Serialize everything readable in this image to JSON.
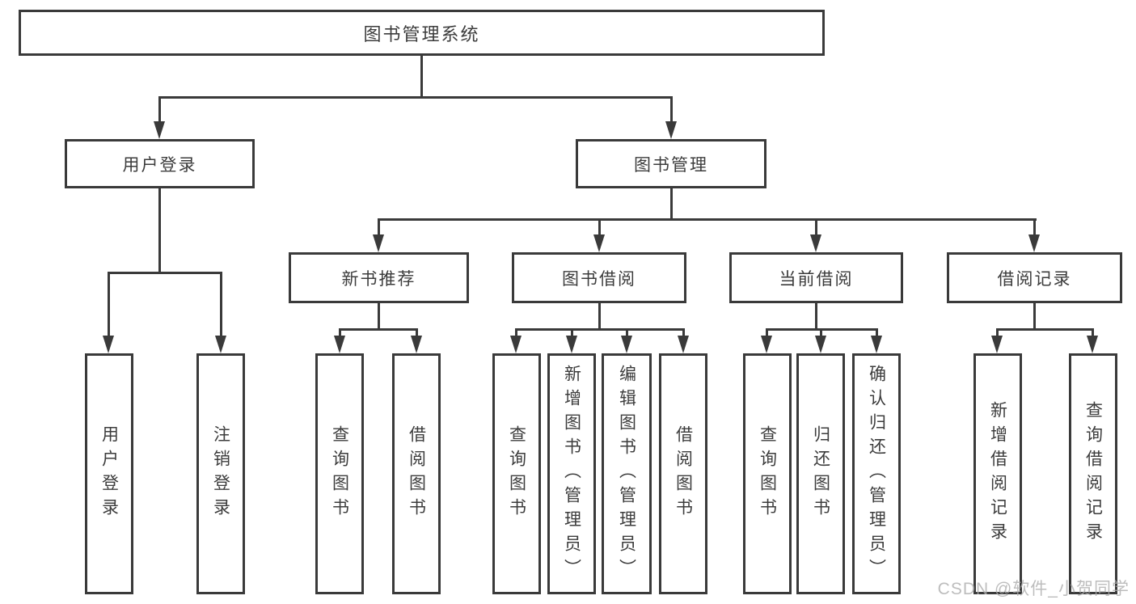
{
  "diagram": {
    "root_label": "图书管理系统",
    "level2": [
      {
        "label": "用户登录"
      },
      {
        "label": "图书管理"
      }
    ],
    "level3": [
      {
        "label": "新书推荐"
      },
      {
        "label": "图书借阅"
      },
      {
        "label": "当前借阅"
      },
      {
        "label": "借阅记录"
      }
    ],
    "leaves": [
      {
        "label": "用户登录"
      },
      {
        "label": "注销登录"
      },
      {
        "label": "查询图书"
      },
      {
        "label": "借阅图书"
      },
      {
        "label": "查询图书"
      },
      {
        "label": "新增图书（管理员）"
      },
      {
        "label": "编辑图书（管理员）"
      },
      {
        "label": "借阅图书"
      },
      {
        "label": "查询图书"
      },
      {
        "label": "归还图书"
      },
      {
        "label": "确认归还（管理员）"
      },
      {
        "label": "新增借阅记录"
      },
      {
        "label": "查询借阅记录"
      }
    ],
    "watermark": "CSDN @软件_小贺同学"
  }
}
